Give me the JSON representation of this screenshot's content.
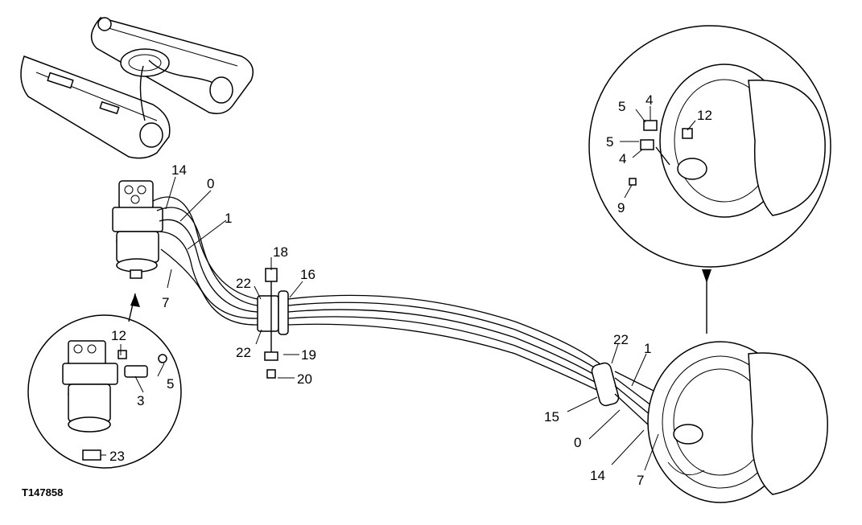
{
  "figure_id": "T147858",
  "callouts": {
    "top_14": "14",
    "top_0": "0",
    "top_1": "1",
    "top_7": "7",
    "top_18": "18",
    "top_22a": "22",
    "top_16": "16",
    "top_22b": "22",
    "top_19": "19",
    "top_20": "20",
    "inset_left_12": "12",
    "inset_left_5": "5",
    "inset_left_3": "3",
    "inset_left_23": "23",
    "motor_22": "22",
    "motor_1": "1",
    "motor_15": "15",
    "motor_0": "0",
    "motor_14": "14",
    "motor_7": "7",
    "inset_right_5a": "5",
    "inset_right_4a": "4",
    "inset_right_12": "12",
    "inset_right_5b": "5",
    "inset_right_4b": "4",
    "inset_right_9": "9"
  }
}
